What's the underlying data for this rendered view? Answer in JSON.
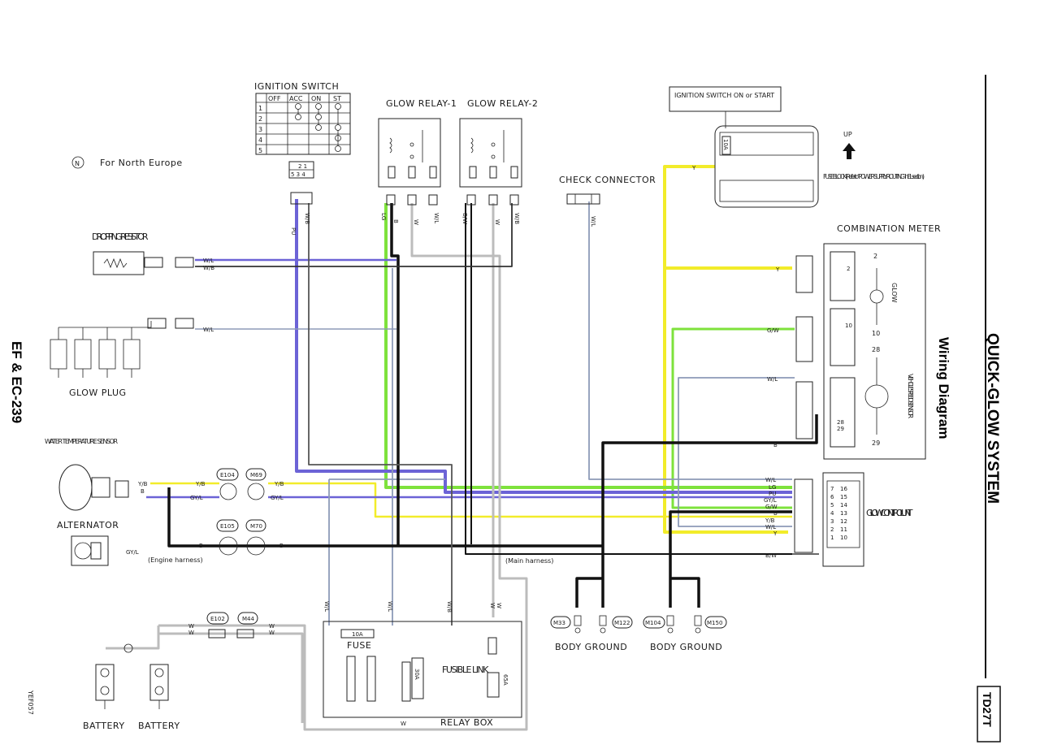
{
  "side_title": "QUICK-GLOW SYSTEM",
  "side_subtitle": "Wiring Diagram",
  "page_ref": "EF & EC-239",
  "model_tag": "TD27T",
  "figure_code": "YEF057",
  "note_north_europe": "For North Europe",
  "note_symbol": "N",
  "ignition_switch": {
    "title": "IGNITION SWITCH",
    "columns": [
      "OFF",
      "ACC",
      "ON",
      "ST"
    ],
    "rows": [
      "1",
      "2",
      "3",
      "4",
      "5"
    ],
    "connector_pins_top": "2 1",
    "connector_pins_bottom": "5 3 4"
  },
  "components": {
    "glow_relay_1": "GLOW RELAY-1",
    "glow_relay_2": "GLOW RELAY-2",
    "check_connector": "CHECK CONNECTOR",
    "ignition_on_start": "IGNITION SWITCH ON or START",
    "fuse_block": "FUSE BLOCK (Refer to \"POWER SUPPLY ROUTING\" in EL section.)",
    "fuse_10a": "10A",
    "up": "UP",
    "combination_meter": "COMBINATION METER",
    "glow_lamp": "GLOW",
    "vehicle_speed_sensor": "VEHICLE SPEED SENSOR",
    "dropping_resistor": "DROPPING RESISTOR",
    "glow_plug": "GLOW PLUG",
    "water_temp_sensor": "WATER TEMPERATURE SENSOR",
    "alternator": "ALTERNATOR",
    "engine_harness": "(Engine harness)",
    "main_harness": "(Main harness)",
    "glow_control_unit": "GLOW CONTROL UNIT",
    "fuse": "FUSE",
    "fusible_link": "FUSIBLE LINK",
    "relay_box": "RELAY BOX",
    "fuse_10a_relay": "10A",
    "fuse_30a": "30A",
    "fuse_65a": "65A",
    "body_ground": "BODY GROUND",
    "battery": "BATTERY"
  },
  "connectors": [
    "E104",
    "M69",
    "E105",
    "M70",
    "E102",
    "M44",
    "M33",
    "M122",
    "M104",
    "M150"
  ],
  "meter_pins": [
    "2",
    "10",
    "28",
    "29"
  ],
  "meter_pins_left": [
    "2",
    "10",
    "28",
    "29"
  ],
  "gcu_pins": [
    "16",
    "15",
    "14",
    "13",
    "12",
    "11",
    "10"
  ],
  "gcu_pins_left": [
    "7",
    "6",
    "5",
    "4",
    "3",
    "2",
    "1"
  ],
  "wire_codes": {
    "pu": "PU",
    "wb": "W/B",
    "lg": "LG",
    "b": "B",
    "w": "W",
    "wl": "W/L",
    "bw": "B/W",
    "y": "Y",
    "gw": "G/W",
    "yb": "Y/B",
    "gyl": "GY/L"
  },
  "wire_colors": {
    "yellow": "#f2ec2a",
    "green": "#7ee23c",
    "blue": "#6c63d6",
    "grey_blue": "#8d9ab8",
    "black": "#111111",
    "grey": "#bcbcbc",
    "dark_grey": "#555555"
  }
}
